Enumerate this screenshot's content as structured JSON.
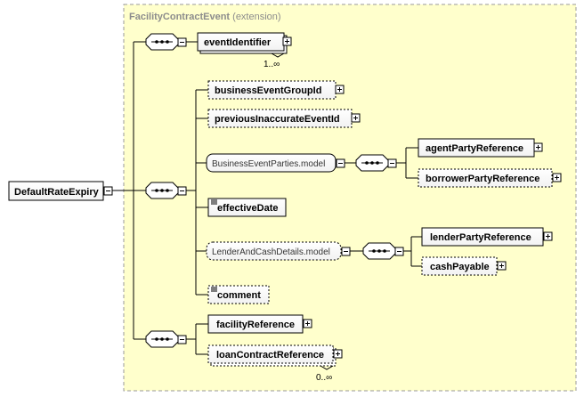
{
  "container": {
    "type_name": "FacilityContractEvent",
    "type_kind": "(extension)"
  },
  "root": {
    "label": "DefaultRateExpiry"
  },
  "elements": {
    "event_identifier": {
      "label": "eventIdentifier",
      "multiplicity": "1..∞"
    },
    "business_event_group_id": {
      "label": "businessEventGroupId"
    },
    "previous_inaccurate_event_id": {
      "label": "previousInaccurateEventId"
    },
    "business_event_parties": {
      "label": "BusinessEventParties.model"
    },
    "agent_party_reference": {
      "label": "agentPartyReference"
    },
    "borrower_party_reference": {
      "label": "borrowerPartyReference"
    },
    "effective_date": {
      "label": "effectiveDate"
    },
    "lender_and_cash_details": {
      "label": "LenderAndCashDetails.model"
    },
    "lender_party_reference": {
      "label": "lenderPartyReference"
    },
    "cash_payable": {
      "label": "cashPayable"
    },
    "comment": {
      "label": "comment"
    },
    "facility_reference": {
      "label": "facilityReference"
    },
    "loan_contract_reference": {
      "label": "loanContractReference",
      "multiplicity": "0..∞"
    }
  },
  "colors": {
    "background": "#ffffcc",
    "border": "#999999",
    "line": "#000000"
  }
}
